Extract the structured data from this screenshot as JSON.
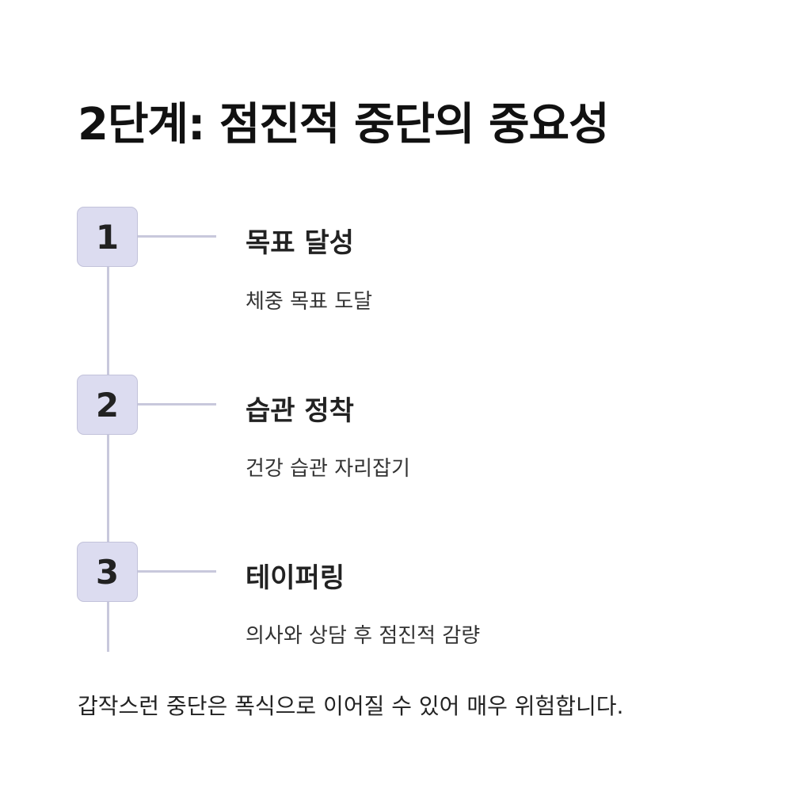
{
  "title": "2단계: 점진적 중단의 중요성",
  "steps": [
    {
      "num": "1",
      "title": "목표 달성",
      "desc": "체중 목표 도달"
    },
    {
      "num": "2",
      "title": "습관 정착",
      "desc": "건강 습관 자리잡기"
    },
    {
      "num": "3",
      "title": "테이퍼링",
      "desc": "의사와 상담 후 점진적 감량"
    }
  ],
  "footer": "갑작스런 중단은 폭식으로 이어질 수 있어 매우 위험합니다."
}
